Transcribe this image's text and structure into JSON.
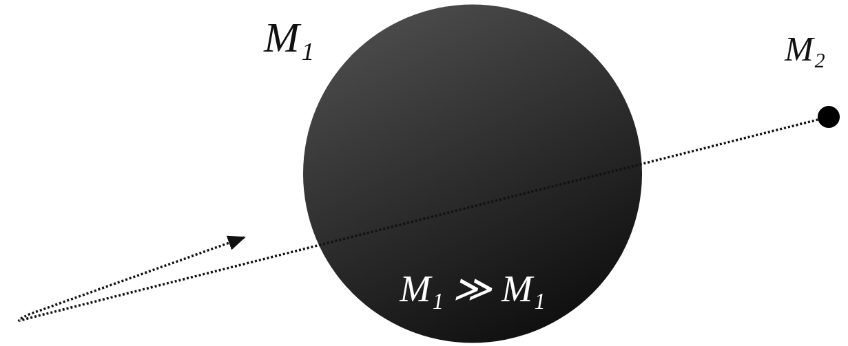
{
  "diagram": {
    "nodes": [
      {
        "text": [
          "M₁",
          "M₁ ≫ M₁"
        ]
      },
      {
        "text": [
          "M₂"
        ]
      }
    ],
    "edges": [
      {
        "from": 1,
        "to": 0,
        "arrow": "to"
      }
    ]
  }
}
